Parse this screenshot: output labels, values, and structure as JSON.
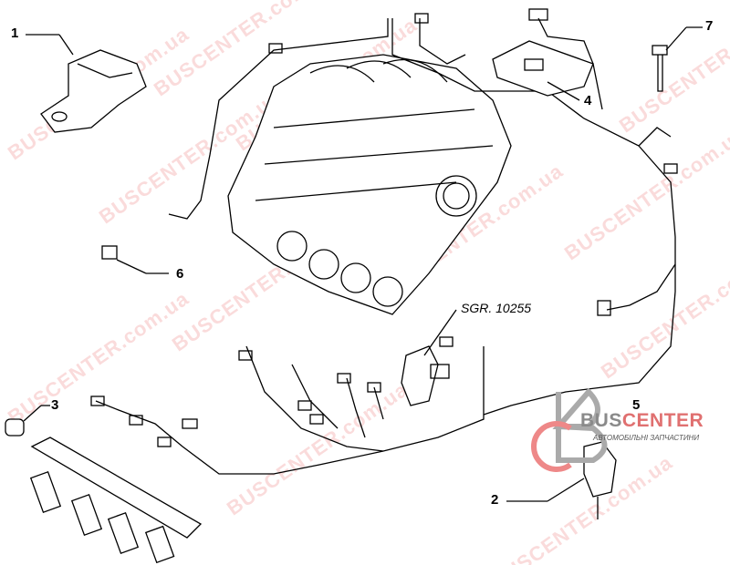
{
  "callouts": [
    "1",
    "2",
    "3",
    "4",
    "5",
    "6",
    "7"
  ],
  "reference": "SGR. 10255",
  "watermark": "BUSCENTER.com.ua",
  "logo": {
    "part1": "BUS",
    "part2": "CENTER",
    "subtitle": "АВТОМОБІЛЬНІ ЗАПЧАСТИНИ"
  },
  "colors": {
    "line": "#000000",
    "watermark": "#e65a5a",
    "logo_gray": "#8a8a8a",
    "logo_red": "#e07070"
  }
}
